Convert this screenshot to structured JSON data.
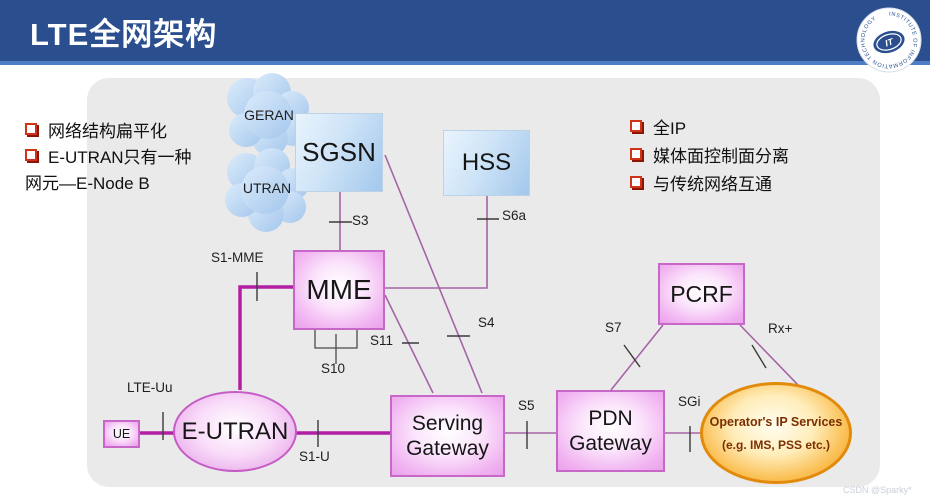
{
  "header": {
    "title": "LTE全网架构"
  },
  "logo": {
    "ring_text": "INSTITUTE OF INFORMATION TECHNOLOGY",
    "monogram": "IT"
  },
  "bullets_left": [
    {
      "text": "网络结构扁平化"
    },
    {
      "text": "E-UTRAN只有一种"
    },
    {
      "text": "网元—E-Node B"
    }
  ],
  "bullets_right": [
    {
      "text": "全IP"
    },
    {
      "text": "媒体面控制面分离"
    },
    {
      "text": "与传统网络互通"
    }
  ],
  "nodes": {
    "geran": "GERAN",
    "utran": "UTRAN",
    "sgsn": "SGSN",
    "hss": "HSS",
    "mme": "MME",
    "pcrf": "PCRF",
    "serving_gw": "Serving Gateway",
    "pdn_gw": "PDN Gateway",
    "ue": "UE",
    "eutran": "E-UTRAN",
    "operator_services_line1": "Operator's IP Services",
    "operator_services_line2": "(e.g. IMS, PSS etc.)"
  },
  "interfaces": {
    "s1_mme": "S1-MME",
    "s3": "S3",
    "s6a": "S6a",
    "s4": "S4",
    "s11": "S11",
    "s10": "S10",
    "lte_uu": "LTE-Uu",
    "s1_u": "S1-U",
    "s5": "S5",
    "s7": "S7",
    "rx_plus": "Rx+",
    "sgi": "SGi"
  },
  "colors": {
    "header_bg": "#2B4E8F",
    "accent_line": "#4D7EC4",
    "panel_bg": "#EAEAEA",
    "thin_line": "#A564A5",
    "thick_line": "#B11FA5",
    "bullet_red": "#D03418",
    "purple_border": "#C767C7",
    "orange_border": "#E18A0B"
  },
  "watermark": "CSDN @Sparky*"
}
